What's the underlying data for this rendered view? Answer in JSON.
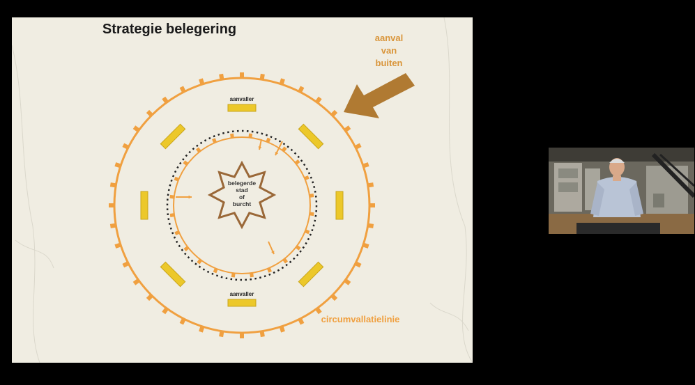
{
  "slide": {
    "title": "Strategie belegering",
    "attack_label": [
      "aanval",
      "van",
      "buiten"
    ],
    "center_label": [
      "belegerde",
      "stad",
      "of",
      "burcht"
    ],
    "attacker_label": "aanvaller",
    "line_label": "circumvallatielinie"
  },
  "colors": {
    "orange": "#f0a040",
    "yellow": "#ecc82a",
    "brown_arrow": "#b07a32",
    "star_outline": "#9a6838",
    "slide_bg": "#f0ede2"
  },
  "video": {
    "presenter": "presenter-video"
  }
}
